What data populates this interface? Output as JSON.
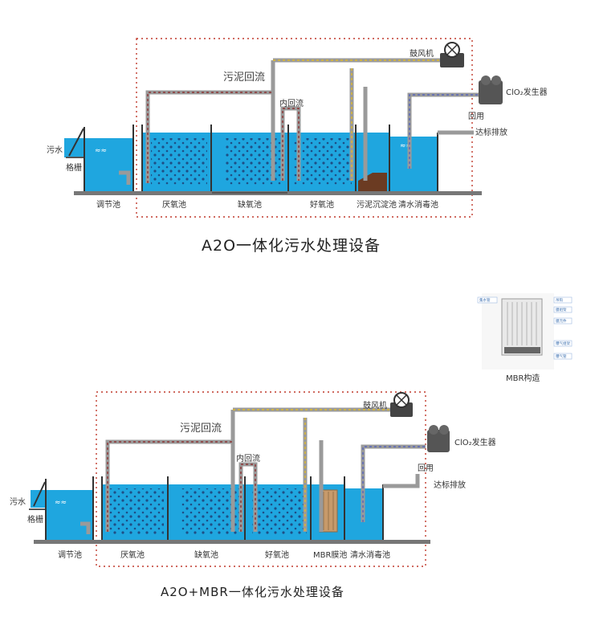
{
  "diagram1": {
    "title": "A2O一体化污水处理设备",
    "inlet_label": "污水",
    "screen_label": "格栅",
    "blower_label": "鼓风机",
    "clo2_label": "ClO₂发生器",
    "sludge_return_label": "污泥回流",
    "internal_return_label": "内回流",
    "reuse_label": "回用",
    "discharge_label": "达标排放",
    "tanks": [
      "调节池",
      "厌氧池",
      "缺氧池",
      "好氧池",
      "污泥沉淀池",
      "清水消毒池"
    ]
  },
  "diagram2": {
    "title": "A2O+MBR一体化污水处理设备",
    "inlet_label": "污水",
    "screen_label": "格栅",
    "blower_label": "鼓风机",
    "clo2_label": "ClO₂发生器",
    "sludge_return_label": "污泥回流",
    "internal_return_label": "内回流",
    "reuse_label": "回用",
    "discharge_label": "达标排放",
    "tanks": [
      "调节池",
      "厌氧池",
      "缺氧池",
      "好氧池",
      "MBR膜池",
      "清水消毒池"
    ]
  },
  "mbr_inset": {
    "caption": "MBR构造",
    "callouts": [
      "集水管",
      "吊钩",
      "膜组架",
      "膜元件",
      "曝气组架",
      "曝气管"
    ]
  },
  "colors": {
    "water": "#1fa6df",
    "pipe": "#9a9a9a",
    "dashed_box": "#c0392b",
    "bubble": "#2b5fa8",
    "ground": "#777777"
  }
}
